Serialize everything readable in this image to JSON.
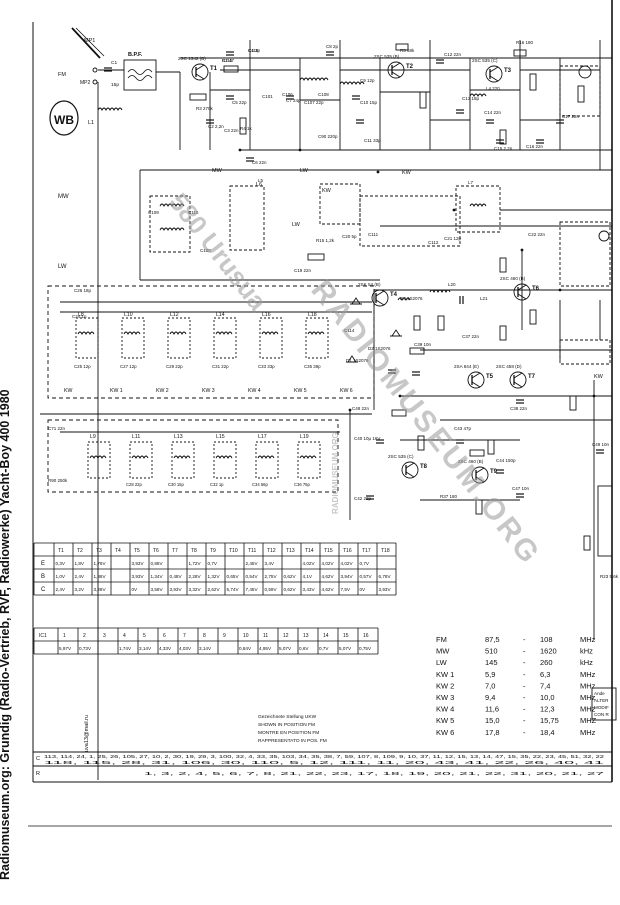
{
  "side_caption": "Radiomuseum.org: Grundig (Radio-Vertrieb, RVF, Radiowerke) Yacht-Boy 400 1980",
  "vertical_note": "uva13@mail.ru",
  "watermark_big": "RADIOMUSEUM.ORG",
  "watermark_small": "RADIOMUSEUM.ORG",
  "stamp_watermark": "580 Urusua",
  "input_labels": {
    "fm": "FM",
    "mp1": "MP1",
    "mp2": "MP2",
    "bpf": "B.P.F.",
    "c1": "C1",
    "c1v": "15p",
    "l1": "L1"
  },
  "bands": {
    "mw": "MW",
    "lw": "LW",
    "kw": "KW"
  },
  "transistors": [
    {
      "name": "T1",
      "type": "2SC 1342 (B)"
    },
    {
      "name": "T2",
      "type": "2SC 535 (B)"
    },
    {
      "name": "T3",
      "type": "2SC 535 (C)"
    },
    {
      "name": "T4",
      "type": "2SK 54 (B)"
    },
    {
      "name": "T5",
      "type": "2SA 844 (E)"
    },
    {
      "name": "T6",
      "type": "2SC 460 (B)"
    },
    {
      "name": "T7",
      "type": "2SC 458 (D)"
    },
    {
      "name": "T8",
      "type": "2SC 535 (C)"
    },
    {
      "name": "T9",
      "type": "2SC 460 (B)"
    }
  ],
  "components": [
    "R2 47",
    "C4 3p",
    "C5 22p",
    "C8 2p",
    "R5 68k",
    "C12 22n",
    "R16 180",
    "C7 24p",
    "C101",
    "C106",
    "C107 22p",
    "C108",
    "C9 12p",
    "C10 15p",
    "C13 18p",
    "L4 220",
    "L5",
    "L7",
    "C90 220p",
    "C11 33p",
    "C14 22n",
    "C15 2,2n",
    "C16 22n",
    "C17 22n",
    "R3 270k",
    "C2 2,2n",
    "C3 22n",
    "R4 1k",
    "C6 22n",
    "C109",
    "C110",
    "C100",
    "C22 22n",
    "C19 22n",
    "R15 1,2k",
    "C20 5p",
    "C111",
    "C112",
    "C21 12p",
    "C26 18p",
    "C24 1n",
    "C114",
    "D1 1S2076",
    "D2 1S2076",
    "D3 1S2076",
    "L20",
    "L21",
    "C39 10n",
    "C37 22n",
    "C38 22n",
    "R37 180",
    "C40 10μ 16V",
    "C42 22p",
    "C43 47p",
    "C44 150p",
    "C47 10n",
    "C48 22n",
    "C49 10n",
    "R23 5,6k",
    "C71 22n",
    "R90 250k",
    "C115",
    "C116"
  ],
  "coil_bank_top": [
    {
      "coil": "L8",
      "cap": "C25 12p",
      "band": "KW"
    },
    {
      "coil": "L10",
      "cap": "C27 12p",
      "band": "KW 1"
    },
    {
      "coil": "L12",
      "cap": "C29 22p",
      "band": "KW 2"
    },
    {
      "coil": "L14",
      "cap": "C31 22p",
      "band": "KW 3"
    },
    {
      "coil": "L16",
      "cap": "C33 33p",
      "band": "KW 4"
    },
    {
      "coil": "L18",
      "cap": "C35 39p",
      "band": "KW 5"
    },
    {
      "coil": "",
      "cap": "",
      "band": "KW 6"
    }
  ],
  "coil_bank_bottom": [
    {
      "coil": "L9",
      "cap": ""
    },
    {
      "coil": "L11",
      "cap": "C28 22p"
    },
    {
      "coil": "L13",
      "cap": "C30 15p"
    },
    {
      "coil": "L15",
      "cap": "C32 1p"
    },
    {
      "coil": "L17",
      "cap": "C34 56p"
    },
    {
      "coil": "L19",
      "cap": "C36 75p"
    }
  ],
  "voltage_table": {
    "headers": [
      "",
      "T1",
      "T2",
      "T3",
      "T4",
      "T5",
      "T6",
      "T7",
      "T8",
      "T9",
      "T10",
      "T11",
      "T12",
      "T13",
      "T14",
      "T15",
      "T16",
      "T17",
      "T18"
    ],
    "rows": [
      [
        "E",
        "0,3V",
        "1,8V",
        "1,76V",
        "",
        "3,93V",
        "0,88V",
        "",
        "1,72V",
        "0,7V",
        "",
        "2,45V",
        "3,4V",
        "",
        "4,02V",
        "4,02V",
        "4,02V",
        "0,7V",
        ""
      ],
      [
        "B",
        "1,0V",
        "2,4V",
        "1,86V",
        "",
        "3,93V",
        "1,34V",
        "0,48V",
        "2,28V",
        "1,32V",
        "0,65V",
        "0,54V",
        "2,75V",
        "0,62V",
        "4,1V",
        "4,62V",
        "3,94V",
        "0,57V",
        "6,78V"
      ],
      [
        "C",
        "2,4V",
        "3,2V",
        "3,28V",
        "",
        "0V",
        "3,58V",
        "3,93V",
        "3,32V",
        "2,62V",
        "5,74V",
        "7,45V",
        "0,59V",
        "0,62V",
        "3,43V",
        "4,62V",
        "7,5V",
        "0V",
        "3,93V"
      ]
    ]
  },
  "ic_table": {
    "headers": [
      "IC1",
      "1",
      "2",
      "3",
      "4",
      "5",
      "6",
      "7",
      "8",
      "9",
      "10",
      "11",
      "12",
      "13",
      "14",
      "15",
      "16"
    ],
    "values": [
      "",
      "5,97V",
      "0,73V",
      "",
      "1,74V",
      "3,14V",
      "4,33V",
      "4,03V",
      "3,14V",
      "",
      "0,84V",
      "4,95V",
      "5,07V",
      "0,6V",
      "0,7V",
      "5,07V",
      "0,75V"
    ]
  },
  "position_note": [
    "Gezeichnete Stellung   UKW",
    "SHOWN IN POSITION   FM",
    "MONTRE EN POSITION   FM",
    "RAPPRESENTATO IN POS.   FM"
  ],
  "frequency_ranges": [
    {
      "band": "FM",
      "from": "87,5",
      "to": "108",
      "unit": "MHz"
    },
    {
      "band": "MW",
      "from": "510",
      "to": "1620",
      "unit": "kHz"
    },
    {
      "band": "LW",
      "from": "145",
      "to": "260",
      "unit": "kHz"
    },
    {
      "band": "KW 1",
      "from": "5,9",
      "to": "6,3",
      "unit": "MHz"
    },
    {
      "band": "KW 2",
      "from": "7,0",
      "to": "7,4",
      "unit": "MHz"
    },
    {
      "band": "KW 3",
      "from": "9,4",
      "to": "10,0",
      "unit": "MHz"
    },
    {
      "band": "KW 4",
      "from": "11,6",
      "to": "12,3",
      "unit": "MHz"
    },
    {
      "band": "KW 5",
      "from": "15,0",
      "to": "15,75",
      "unit": "MHZ"
    },
    {
      "band": "KW 6",
      "from": "17,8",
      "to": "18,4",
      "unit": "MHz"
    }
  ],
  "cut_note": [
    "Ande",
    "ALTER",
    "MODIF",
    "CON R"
  ],
  "grid_rows": {
    "c": "113, 114,  24, 1, 25, 26, 105, 27, 10, 2, 30, 19, 29, 3, 100, 32, 4, 33, 35, 103, 34, 35, 38, 7, 59, 107, 8, 109, 9, 10, 37, 11, 12, 15, 13, 14, 47, 15, 35, 22, 23, 45, 51, 32, 22",
    "d": "118, 115,  28, 31, 106, 30, 110, 5, 12, 111, 11, 20, 43, 41, 22, 26, 40, 41",
    "r": "1, 3, 2, 4, 5, 6, 7, 8, 21, 22, 23, 17, 18, 19, 20, 21, 22, 31, 20, 21, 27"
  },
  "row_letters": {
    "c": "C",
    "d": "D",
    "r": "R"
  }
}
